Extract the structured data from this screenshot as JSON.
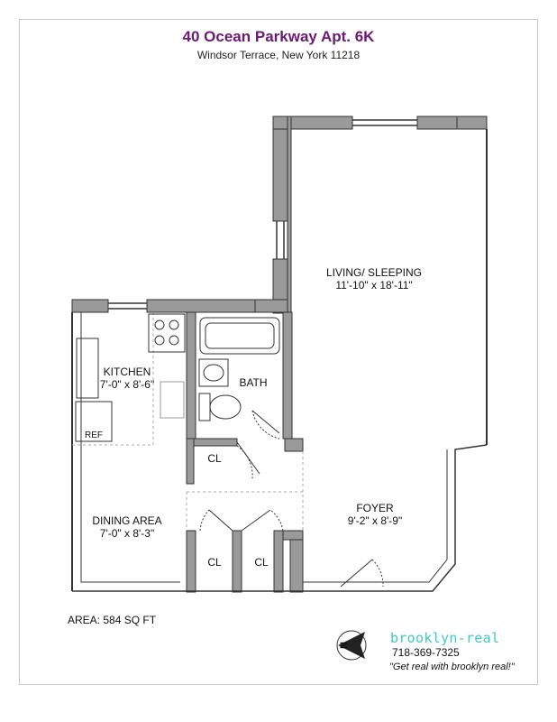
{
  "header": {
    "title": "40 Ocean Parkway Apt. 6K",
    "subtitle": "Windsor Terrace, New York 11218"
  },
  "rooms": {
    "living": {
      "name": "LIVING/ SLEEPING",
      "dims": "11'-10\" x 18'-11\""
    },
    "kitchen": {
      "name": "KITCHEN",
      "dims": "7'-0\" x 8'-6\""
    },
    "bath": {
      "name": "BATH"
    },
    "closet_top": {
      "name": "CL"
    },
    "closet_left": {
      "name": "CL"
    },
    "closet_right": {
      "name": "CL"
    },
    "dining": {
      "name": "DINING AREA",
      "dims": "7'-0\" x 8'-3\""
    },
    "foyer": {
      "name": "FOYER",
      "dims": "9'-2\" x 8'-9\""
    },
    "ref": {
      "name": "REF"
    }
  },
  "area_label": "AREA: 584 SQ FT",
  "compass": {
    "letter": "N",
    "icon": "north-arrow-icon"
  },
  "brand": {
    "name": "brooklyn-real",
    "phone": "718-369-7325",
    "tagline": "\"Get real with brooklyn real!\"",
    "color": "#3cc9c4"
  },
  "colors": {
    "title": "#6b1a74",
    "wall": "#555555",
    "wall_fill": "#9a9a9a"
  }
}
